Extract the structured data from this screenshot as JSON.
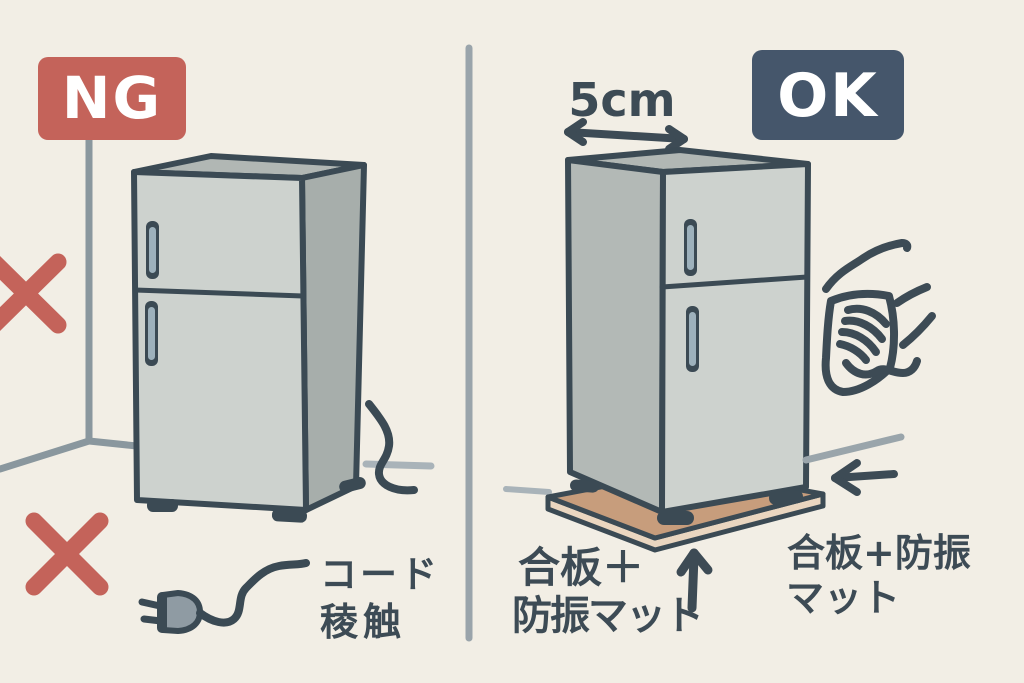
{
  "illustration": {
    "title_semantic": "fridge-placement-ng-ok-diagram"
  },
  "colors": {
    "background": "#f2eee5",
    "ng_red": "#c4635a",
    "ok_blue": "#45566b",
    "ink": "#3b4a54",
    "fridge_front": "#cdd2ce",
    "fridge_side": "#a7aeab",
    "fridge_top": "#b1b7b4",
    "board_top": "#c79d7c",
    "board_side": "#ead6c0",
    "wall_gray": "#8a979e",
    "floor_gray": "#a9b3b9"
  },
  "left_panel": {
    "badge_label": "NG",
    "cord_label_line1": "コード",
    "cord_label_line2": "稜触"
  },
  "right_panel": {
    "badge_label": "OK",
    "clearance_label": "5cm",
    "board_label_left_line1": "合板＋",
    "board_label_left_line2": "防振マット",
    "board_label_right_line1": "合板+防振",
    "board_label_right_line2": "マット"
  }
}
